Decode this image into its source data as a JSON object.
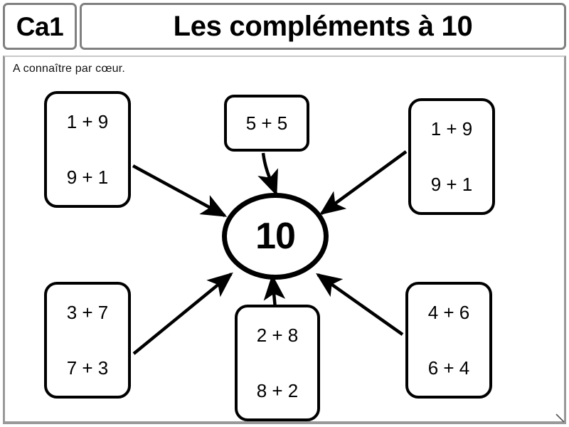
{
  "header": {
    "code": "Ca1",
    "title": "Les compléments à 10"
  },
  "subtitle": "A connaître par cœur.",
  "center": {
    "value": "10",
    "label": "target-number"
  },
  "boxes": [
    {
      "id": "box-tl",
      "position": "top-left",
      "lines": [
        "1 + 9",
        "9 + 1"
      ]
    },
    {
      "id": "box-tc",
      "position": "top-center",
      "lines": [
        "5 + 5"
      ]
    },
    {
      "id": "box-tr",
      "position": "top-right",
      "lines": [
        "1 + 9",
        "9 + 1"
      ]
    },
    {
      "id": "box-bl",
      "position": "bottom-left",
      "lines": [
        "3 + 7",
        "7 + 3"
      ]
    },
    {
      "id": "box-bc",
      "position": "bottom-center",
      "lines": [
        "2 + 8",
        "8 + 2"
      ]
    },
    {
      "id": "box-br",
      "position": "bottom-right",
      "lines": [
        "4 + 6",
        "6 + 4"
      ]
    }
  ],
  "arrows": [
    {
      "name": "arrow-top-left-to-center",
      "from": "box-tl",
      "to": "center"
    },
    {
      "name": "arrow-top-center-to-center",
      "from": "box-tc",
      "to": "center"
    },
    {
      "name": "arrow-top-right-to-center",
      "from": "box-tr",
      "to": "center"
    },
    {
      "name": "arrow-bottom-left-to-center",
      "from": "box-bl",
      "to": "center"
    },
    {
      "name": "arrow-bottom-center-to-center",
      "from": "box-bc",
      "to": "center"
    },
    {
      "name": "arrow-bottom-right-to-center",
      "from": "box-br",
      "to": "center"
    }
  ],
  "colors": {
    "ink": "#000000",
    "frame": "#999999",
    "header_border": "#808080",
    "page": "#ffffff"
  }
}
